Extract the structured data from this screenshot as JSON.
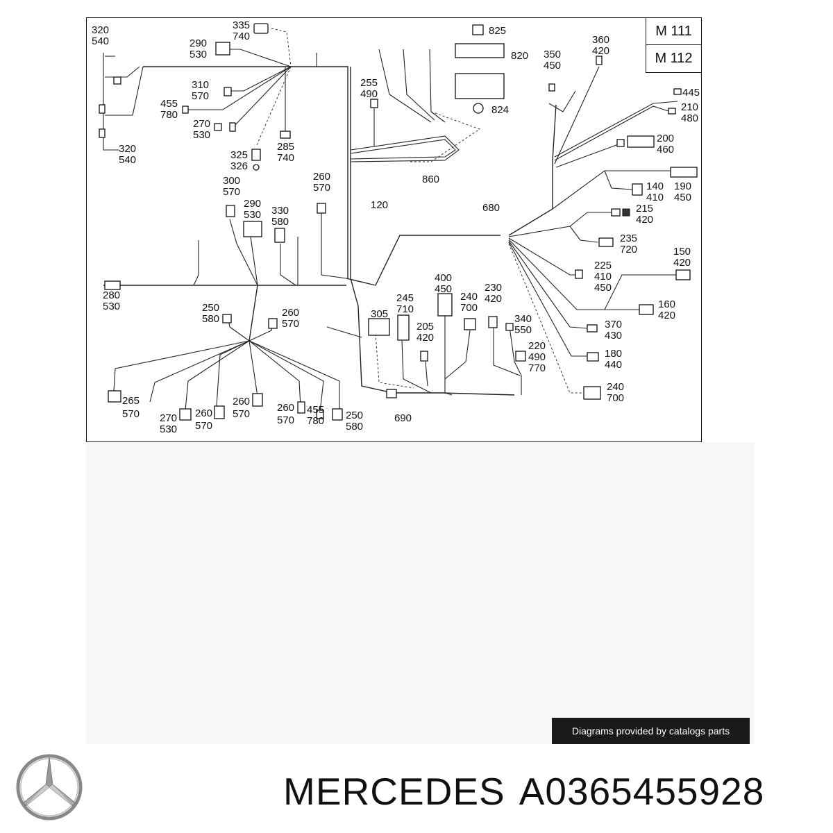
{
  "diagram": {
    "models": [
      "M 111",
      "M 112"
    ],
    "labels": {
      "l_320_540_a": [
        "320",
        "540"
      ],
      "l_335_740": [
        "335",
        "740"
      ],
      "l_290_530_a": [
        "290",
        "530"
      ],
      "l_310_570": [
        "310",
        "570"
      ],
      "l_455_780_a": [
        "455",
        "780"
      ],
      "l_270_530_a": [
        "270",
        "530"
      ],
      "l_320_540_b": [
        "320",
        "540"
      ],
      "l_325_326": [
        "325",
        "326"
      ],
      "l_285_740": [
        "285",
        "740"
      ],
      "l_825": [
        "825"
      ],
      "l_820": [
        "820"
      ],
      "l_824": [
        "824"
      ],
      "l_255_490": [
        "255",
        "490"
      ],
      "l_860": [
        "860"
      ],
      "l_360_420": [
        "360",
        "420"
      ],
      "l_350_450": [
        "350",
        "450"
      ],
      "l_445": [
        "445"
      ],
      "l_210_480": [
        "210",
        "480"
      ],
      "l_200_460": [
        "200",
        "460"
      ],
      "l_140_410": [
        "140",
        "410"
      ],
      "l_190_450": [
        "190",
        "450"
      ],
      "l_300_570": [
        "300",
        "570"
      ],
      "l_290_530_b": [
        "290",
        "530"
      ],
      "l_330_580": [
        "330",
        "580"
      ],
      "l_260_570_a": [
        "260",
        "570"
      ],
      "l_120": [
        "120"
      ],
      "l_680": [
        "680"
      ],
      "l_215_420": [
        "215",
        "420"
      ],
      "l_235_720": [
        "235",
        "720"
      ],
      "l_150_420": [
        "150",
        "420"
      ],
      "l_225_410_450": [
        "225",
        "410",
        "450"
      ],
      "l_280_530": [
        "280",
        "530"
      ],
      "l_250_580_a": [
        "250",
        "580"
      ],
      "l_260_570_b": [
        "260",
        "570"
      ],
      "l_305": [
        "305"
      ],
      "l_245_710": [
        "245",
        "710"
      ],
      "l_400_450": [
        "400",
        "450"
      ],
      "l_240_700_a": [
        "240",
        "700"
      ],
      "l_230_420": [
        "230",
        "420"
      ],
      "l_205_420": [
        "205",
        "420"
      ],
      "l_340_550": [
        "340",
        "550"
      ],
      "l_220_490_770": [
        "220",
        "490",
        "770"
      ],
      "l_160_420": [
        "160",
        "420"
      ],
      "l_370_430": [
        "370",
        "430"
      ],
      "l_180_440": [
        "180",
        "440"
      ],
      "l_240_700_b": [
        "240",
        "700"
      ],
      "l_690": [
        "690"
      ],
      "l_265_570": [
        "265",
        "570"
      ],
      "l_270_530_b": [
        "270",
        "530"
      ],
      "l_260_570_c": [
        "260",
        "570"
      ],
      "l_260_570_d": [
        "260",
        "570"
      ],
      "l_260_570_e": [
        "260",
        "570"
      ],
      "l_455_780_b": [
        "455",
        "780"
      ],
      "l_250_580_b": [
        "250",
        "580"
      ]
    }
  },
  "credit_text": "Diagrams provided by catalogs parts",
  "brand": {
    "name": "MERCEDES",
    "part_number": "A0365455928",
    "logo_icon": "mercedes-star-logo-icon"
  }
}
